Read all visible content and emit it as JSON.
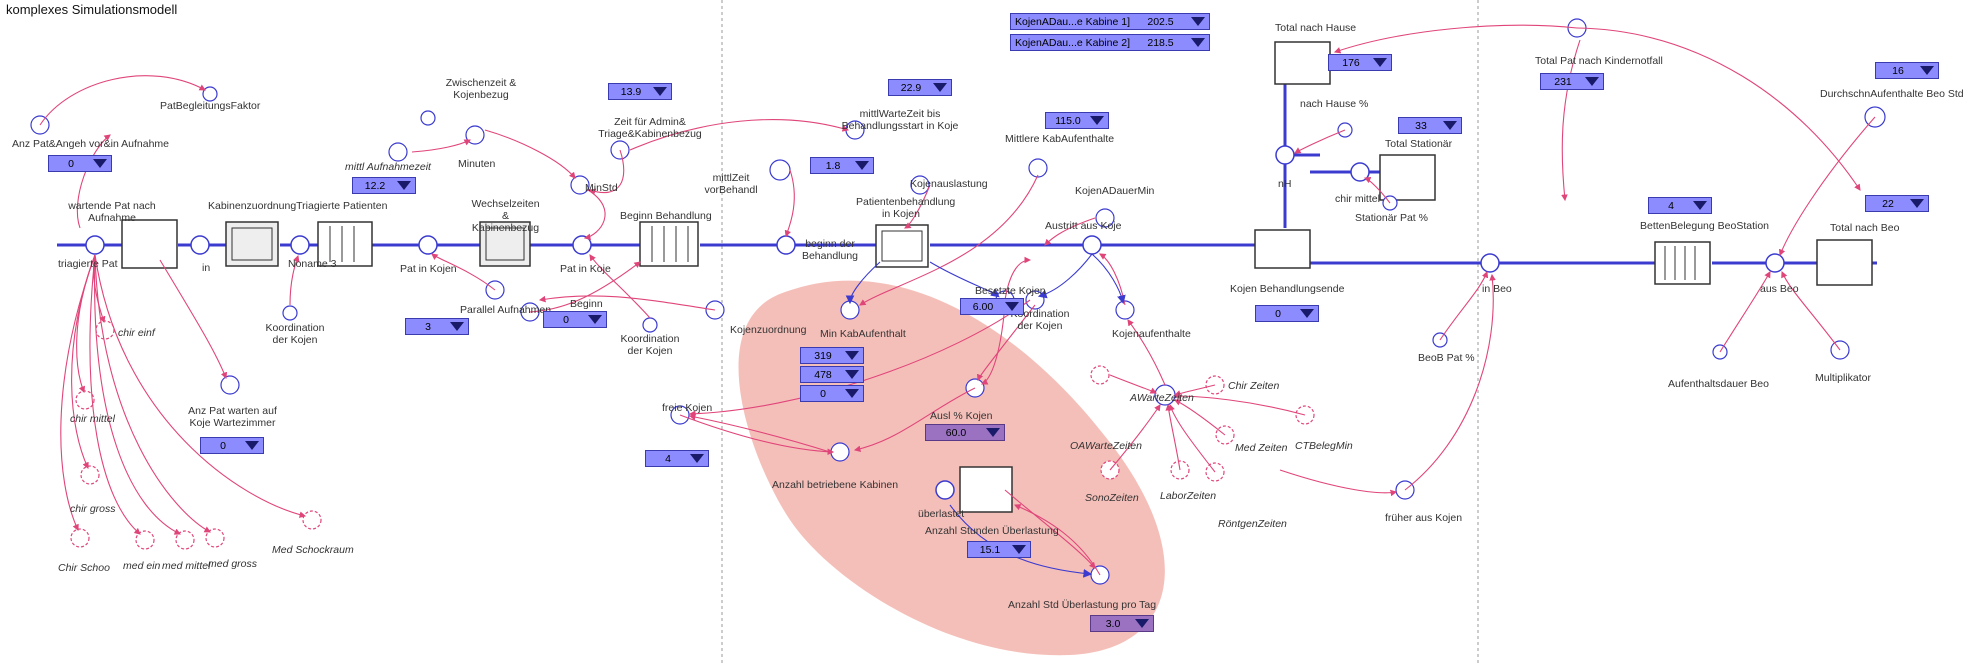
{
  "title": "komplexes Simulationsmodell",
  "labels": {
    "pat_begleitungs_faktor": "PatBegleitungsFaktor",
    "anz_pat_angeh": "Anz Pat&Angeh vor&in Aufnahme",
    "zwischenzeit": "Zwischenzeit & Kojenbezug",
    "mittl_aufnahmezeit": "mittl Aufnahmezeit",
    "minuten": "Minuten",
    "min_std": "MinStd",
    "zeit_admin": "Zeit für Admin& Triage&Kabinenbezug",
    "mittl_wartezeit": "mittlWarteZeit bis Behandlungsstart in Koje",
    "mittlere_kabaufenthalte": "Mittlere KabAufenthalte",
    "kojenauslastung": "Kojenauslastung",
    "mittl_zeit_vor_behandl": "mittlZeit vorBehandl",
    "kojen_a_dauer_min": "KojenADauerMin",
    "wartende_pat": "wartende Pat nach Aufnahme",
    "kabinenzuordnung": "KabinenzuordnungTriagierte Patienten",
    "wechselzeiten": "Wechselzeiten & Kabinenbezug",
    "beginn_behandlung": "Beginn Behandlung",
    "patientenbehandlung": "Patientenbehandlung in Kojen",
    "triagierte_pat": "triagierte Pat",
    "in": "in",
    "noname3": "Noname 3",
    "pat_in_kojen": "Pat in Kojen",
    "pat_in_koje": "Pat in Koje",
    "beginn_der_behandlung": "beginn der Behandlung",
    "austritt_aus_koje": "Austritt aus Koje",
    "chir_einf": "chir einf",
    "koordination_der_kojen_1": "Koordination der Kojen",
    "parallel_aufnahmen": "Parallel Aufnahmen",
    "beginn": "Beginn",
    "koordination_der_kojen_2": "Koordination der Kojen",
    "kojenzuordnung": "Kojenzuordnung",
    "besetzte_kojen": "Besetzte Kojen",
    "min_kabaufenthalt": "Min KabAufenthalt",
    "koordination_der_kojen_3": "Koordination der Kojen",
    "kojenaufenthalte": "Kojenaufenthalte",
    "anz_pat_warten": "Anz Pat warten auf Koje Wartezimmer",
    "chir_mittel": "chir mittel",
    "chir_gross": "chir gross",
    "chir_schoo": "Chir Schoo",
    "med_ein": "med ein",
    "med_mittel": "med mittel",
    "med_gross": "med gross",
    "med_schockraum": "Med Schockraum",
    "freie_kojen": "freie Kojen",
    "ausl_kojen": "Ausl % Kojen",
    "anzahl_betriebene_kabinen": "Anzahl betriebene Kabinen",
    "ueberlastet": "überlastet",
    "anzahl_stunden_ueberlastung": "Anzahl Stunden Überlastung",
    "anzahl_std_ueberlastung_tag": "Anzahl Std Überlastung pro Tag",
    "a_warte_zeiten": "AWarteZeiten",
    "o_warte_zeiten": "OAWarteZeiten",
    "chir_zeiten": "Chir Zeiten",
    "med_zeiten": "Med Zeiten",
    "ct_beleg_min": "CTBelegMin",
    "sono_zeiten": "SonoZeiten",
    "labor_zeiten": "LaborZeiten",
    "roentgen_zeiten": "RöntgenZeiten",
    "frueher_aus_kojen": "früher aus Kojen",
    "total_nach_hause": "Total nach Hause",
    "nach_hause_pct": "nach Hause %",
    "nh": "nH",
    "total_stationaer": "Total Stationär",
    "chir_mittel2": "chir mittel",
    "stationaer_pat_pct": "Stationär Pat %",
    "kojen_behandlungsende": "Kojen Behandlungsende",
    "total_pat_kindernotfall": "Total Pat nach Kindernotfall",
    "durchschn_aufenthalte": "DurchschnAufenthalte Beo Std",
    "betten_belegung": "BettenBelegung BeoStation",
    "total_nach_beo": "Total nach Beo",
    "in_beo": "in Beo",
    "aus_beo": "aus Beo",
    "beo_pat_pct": "BeoB Pat %",
    "aufenthaltsdauer_beo": "Aufenthaltsdauer Beo",
    "multiplikator": "Multiplikator"
  },
  "values": {
    "anz_pat_angeh": "0",
    "mittl_aufnahmezeit": "12.2",
    "zeit_admin": "13.9",
    "mittl_wartezeit": "22.9",
    "mittlere_kabaufenthalte": "115.0",
    "mittl_zeit_vor_behandl": "1.8",
    "parallel_aufnahmen": "3",
    "beginn": "0",
    "besetzte_kojen": "6.00",
    "min_kab_1": "319",
    "min_kab_2": "478",
    "min_kab_3": "0",
    "anz_pat_warten": "0",
    "freie_kojen": "4",
    "ausl_kojen": "60.0",
    "anzahl_stunden_ueberlastung": "15.1",
    "anzahl_std_ueberlastung_tag": "3.0",
    "kojen_a_dauer_1_label": "KojenADau...e Kabine 1]",
    "kojen_a_dauer_1": "202.5",
    "kojen_a_dauer_2_label": "KojenADau...e Kabine 2]",
    "kojen_a_dauer_2": "218.5",
    "total_nach_hause": "176",
    "total_stationaer": "33",
    "kojen_behandlungsende": "0",
    "total_pat_kindernotfall": "231",
    "durchschn_aufenthalte": "16",
    "betten_belegung": "4",
    "total_nach_beo": "22"
  },
  "colors": {
    "flow": "#3b3bd0",
    "connector": "#e0457a",
    "highlight": "#f3b4ad",
    "numeric_box": "#8c8cff"
  }
}
